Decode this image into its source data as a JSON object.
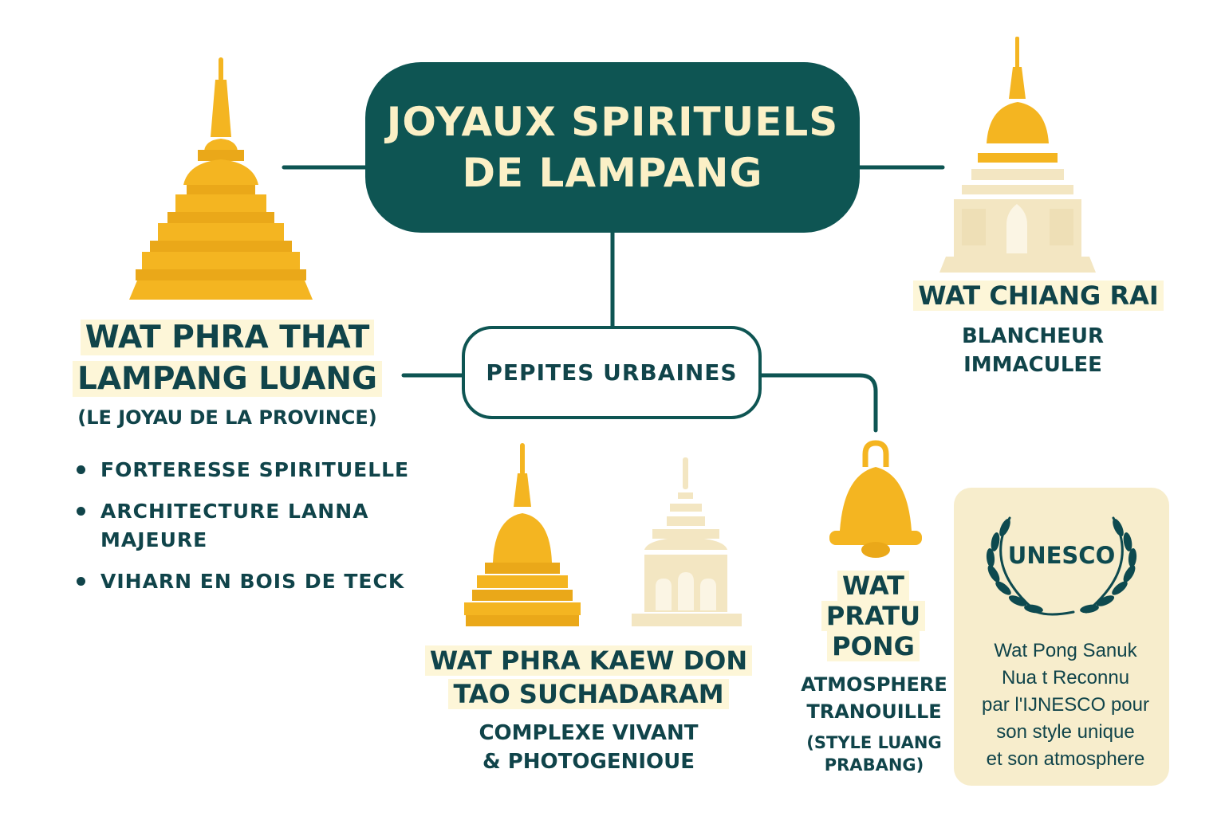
{
  "title": {
    "line1": "JOYAUX SPIRITUELS",
    "line2": "DE LAMPANG"
  },
  "center_node": {
    "label": "PEPITES URBAINES"
  },
  "temple_left": {
    "title_line1": "WAT PHRA THAT",
    "title_line2": "LAMPANG LUANG",
    "subtitle": "(LE JOYAU DE LA PROVINCE)",
    "bullets": [
      {
        "line1": "FORTERESSE SPIRITUELLE",
        "line2": ""
      },
      {
        "line1": "ARCHITECTURE LANNA",
        "line2": "MAJEURE"
      },
      {
        "line1": "VIHARN EN BOIS DE TECK",
        "line2": ""
      }
    ]
  },
  "temple_right": {
    "title": "WAT CHIANG RAI",
    "sub_line1": "BLANCHEUR",
    "sub_line2": "IMMACULEE"
  },
  "temple_middle": {
    "title_line1": "WAT PHRA KAEW DON",
    "title_line2": "TAO SUCHADARAM",
    "sub_line1": "COMPLEXE VIVANT",
    "sub_line2": "& PHOTOGENIOUE"
  },
  "temple_pong": {
    "title_line1": "WAT",
    "title_line2": "PRATU",
    "title_line3": "PONG",
    "sub_line1": "ATMOSPHERE",
    "sub_line2": "TRANOUILLE",
    "note_line1": "(STYLE LUANG",
    "note_line2": "PRABANG)"
  },
  "unesco_card": {
    "emblem_text": "UNESCO",
    "text_lines": [
      "Wat Pong Sanuk",
      "Nua t Reconnu",
      "par l'IJNESCO pour",
      "son style unique",
      "et son atmosphere"
    ]
  },
  "colors": {
    "teal": "#0e5553",
    "gold": "#f4b521",
    "cream": "#f5e8c4",
    "text": "#10444a"
  },
  "icons": [
    "golden-stupa-icon",
    "white-temple-icon",
    "small-golden-stupa-icon",
    "white-shrine-icon",
    "bell-icon",
    "laurel-wreath-icon"
  ]
}
